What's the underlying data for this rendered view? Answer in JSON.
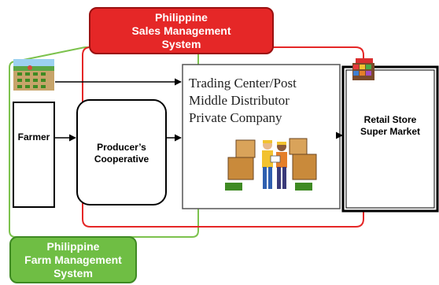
{
  "sales_system": {
    "line1": "Philippine",
    "line2": "Sales Management",
    "line3": "System"
  },
  "farm_system": {
    "line1": "Philippine",
    "line2": "Farm Management",
    "line3": "System"
  },
  "nodes": {
    "farmer": "Farmer",
    "cooperative_line1": "Producer’s",
    "cooperative_line2": "Cooperative",
    "trading_line1": "Trading Center/Post",
    "trading_line2": "Middle Distributor",
    "trading_line3": "Private Company",
    "retail_line1": "Retail Store",
    "retail_line2": "Super Market"
  },
  "colors": {
    "sales": "#e52727",
    "farm": "#6fbe44",
    "line": "#000000"
  }
}
